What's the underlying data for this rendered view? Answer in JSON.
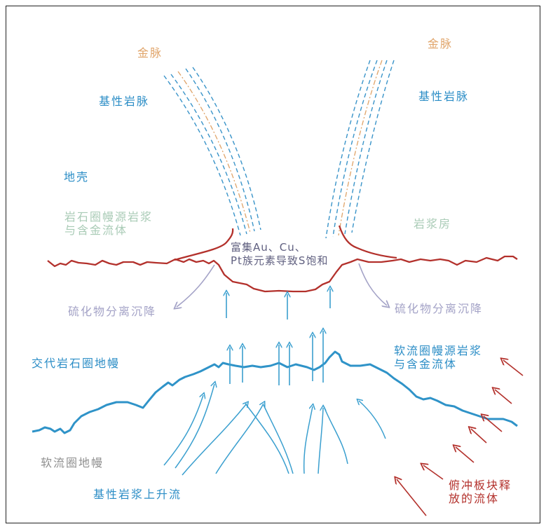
{
  "labels": {
    "gold_vein_left": "金脉",
    "gold_vein_right": "金脉",
    "basic_dike_left": "基性岩脉",
    "basic_dike_right": "基性岩脉",
    "crust": "地壳",
    "lithosphere_magma_1": "岩石圈幔源岩浆",
    "lithosphere_magma_2": "与含金流体",
    "magma_chamber": "岩浆房",
    "enrichment_1": "富集Au、Cu、",
    "enrichment_2": "Pt族元素导致S饱和",
    "sulfide_left": "硫化物分离沉降",
    "sulfide_right": "硫化物分离沉降",
    "metasomatized_mantle": "交代岩石圈地幔",
    "asthenosphere_magma_1": "软流圈幔源岩浆",
    "asthenosphere_magma_2": "与含金流体",
    "asthenosphere": "软流圈地幔",
    "upwelling": "基性岩浆上升流",
    "subduction_fluid_1": "俯冲板块释",
    "subduction_fluid_2": "放的流体"
  },
  "colors": {
    "blue": "#2b8dc6",
    "dike_blue": "#3a94c9",
    "orange": "#e0a469",
    "green": "#a9cbb6",
    "red": "#b3312c",
    "purple": "#a4a3c7",
    "gray": "#8f8f8f"
  }
}
